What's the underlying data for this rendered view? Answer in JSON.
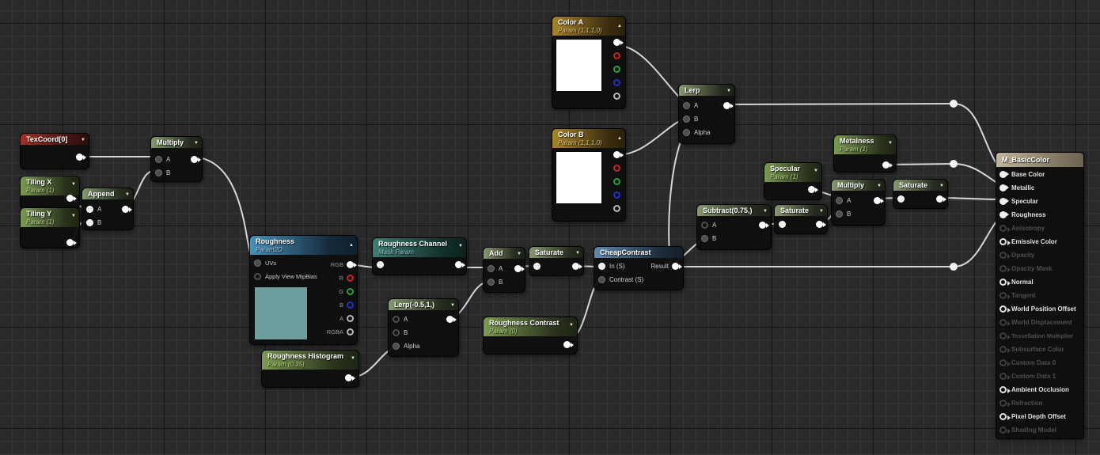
{
  "canvas": {
    "background": "#2a2a2a",
    "grid_minor": "#363636",
    "grid_major": "#161616",
    "wire_color": "#e0e0e0"
  },
  "icons": {
    "collapse_down": "▼",
    "collapse_up": "▲"
  },
  "colors": {
    "header_texcoord": "#a03028",
    "header_param_green": "#7b9a52",
    "header_math": "#86996f",
    "header_color_param": "#a8842c",
    "header_texture": "#4a90b8",
    "header_mask": "#3f7d74",
    "header_function": "#6189ad",
    "header_result": "#c2b69c",
    "color_swatch": "#ffffff",
    "texture_preview": "#6d9e9d"
  },
  "nodes": {
    "texcoord": {
      "title": "TexCoord[0]"
    },
    "tiling_x": {
      "title": "Tiling X",
      "subtitle": "Param (1)"
    },
    "tiling_y": {
      "title": "Tiling Y",
      "subtitle": "Param (1)"
    },
    "append": {
      "title": "Append",
      "inputs": [
        "A",
        "B"
      ]
    },
    "multiply1": {
      "title": "Multiply",
      "inputs": [
        "A",
        "B"
      ]
    },
    "color_a": {
      "title": "Color A",
      "subtitle": "Param (1,1,1,0)",
      "swatch": "#ffffff"
    },
    "color_b": {
      "title": "Color B",
      "subtitle": "Param (1,1,1,0)",
      "swatch": "#ffffff"
    },
    "lerp1": {
      "title": "Lerp",
      "inputs": [
        "A",
        "B",
        "Alpha"
      ]
    },
    "metalness": {
      "title": "Metalness",
      "subtitle": "Param (1)"
    },
    "specular": {
      "title": "Specular",
      "subtitle": "Param (1)"
    },
    "multiply2": {
      "title": "Multiply",
      "inputs": [
        "A",
        "B"
      ]
    },
    "saturate_top": {
      "title": "Saturate"
    },
    "subtract": {
      "title": "Subtract(0.75,)",
      "inputs": [
        "A",
        "B"
      ]
    },
    "saturate_mid": {
      "title": "Saturate"
    },
    "roughness_tex": {
      "title": "Roughness",
      "subtitle": "Param2D",
      "inputs": [
        "UVs",
        "Apply View MipBias"
      ],
      "outputs": [
        "RGB",
        "R",
        "G",
        "B",
        "A",
        "RGBA"
      ],
      "swatch": "#6d9e9d"
    },
    "roughness_channel": {
      "title": "Roughness Channel",
      "subtitle": "Mask Param"
    },
    "add": {
      "title": "Add",
      "inputs": [
        "A",
        "B"
      ]
    },
    "saturate_rough": {
      "title": "Saturate"
    },
    "cheapcontrast": {
      "title": "CheapContrast",
      "inputs": [
        "In (S)",
        "Contrast (S)"
      ],
      "output": "Result"
    },
    "lerp2": {
      "title": "Lerp(-0.5,1,)",
      "inputs": [
        "A",
        "B",
        "Alpha"
      ]
    },
    "roughness_contrast": {
      "title": "Roughness Contrast",
      "subtitle": "Param (0)"
    },
    "roughness_histogram": {
      "title": "Roughness Histogram",
      "subtitle": "Param (0.35)"
    }
  },
  "result_node": {
    "title": "M_BasicColor",
    "pins": [
      {
        "label": "Base Color",
        "state": "connected"
      },
      {
        "label": "Metallic",
        "state": "connected"
      },
      {
        "label": "Specular",
        "state": "connected"
      },
      {
        "label": "Roughness",
        "state": "connected"
      },
      {
        "label": "Anisotropy",
        "state": "disabled"
      },
      {
        "label": "Emissive Color",
        "state": "enabled"
      },
      {
        "label": "Opacity",
        "state": "disabled"
      },
      {
        "label": "Opacity Mask",
        "state": "disabled"
      },
      {
        "label": "Normal",
        "state": "enabled"
      },
      {
        "label": "Tangent",
        "state": "disabled"
      },
      {
        "label": "World Position Offset",
        "state": "enabled"
      },
      {
        "label": "World Displacement",
        "state": "disabled"
      },
      {
        "label": "Tessellation Multiplier",
        "state": "disabled"
      },
      {
        "label": "Subsurface Color",
        "state": "disabled"
      },
      {
        "label": "Custom Data 0",
        "state": "disabled"
      },
      {
        "label": "Custom Data 1",
        "state": "disabled"
      },
      {
        "label": "Ambient Occlusion",
        "state": "enabled"
      },
      {
        "label": "Refraction",
        "state": "disabled"
      },
      {
        "label": "Pixel Depth Offset",
        "state": "enabled"
      },
      {
        "label": "Shading Model",
        "state": "disabled"
      }
    ]
  }
}
